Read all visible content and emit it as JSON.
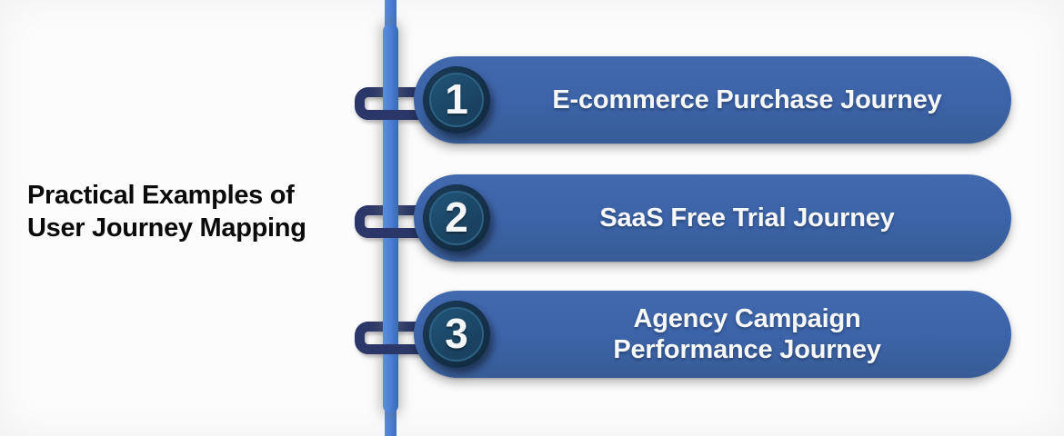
{
  "title": {
    "lines": [
      "Practical Examples of",
      "User Journey Mapping"
    ]
  },
  "items": [
    {
      "number": "1",
      "lines": [
        "E-commerce Purchase Journey"
      ]
    },
    {
      "number": "2",
      "lines": [
        "SaaS Free Trial Journey"
      ]
    },
    {
      "number": "3",
      "lines": [
        "Agency Campaign",
        "Performance Journey"
      ]
    }
  ],
  "colors": {
    "background": "#fcfcfc",
    "pill": "#3c63a7",
    "pill_text": "#f7f8fa",
    "badge_outer": "#143049",
    "badge_inner": "#1d4a68",
    "chain_link": "#2b3768",
    "spine": "#4a7ed2",
    "title_text": "#0a0a0a"
  }
}
